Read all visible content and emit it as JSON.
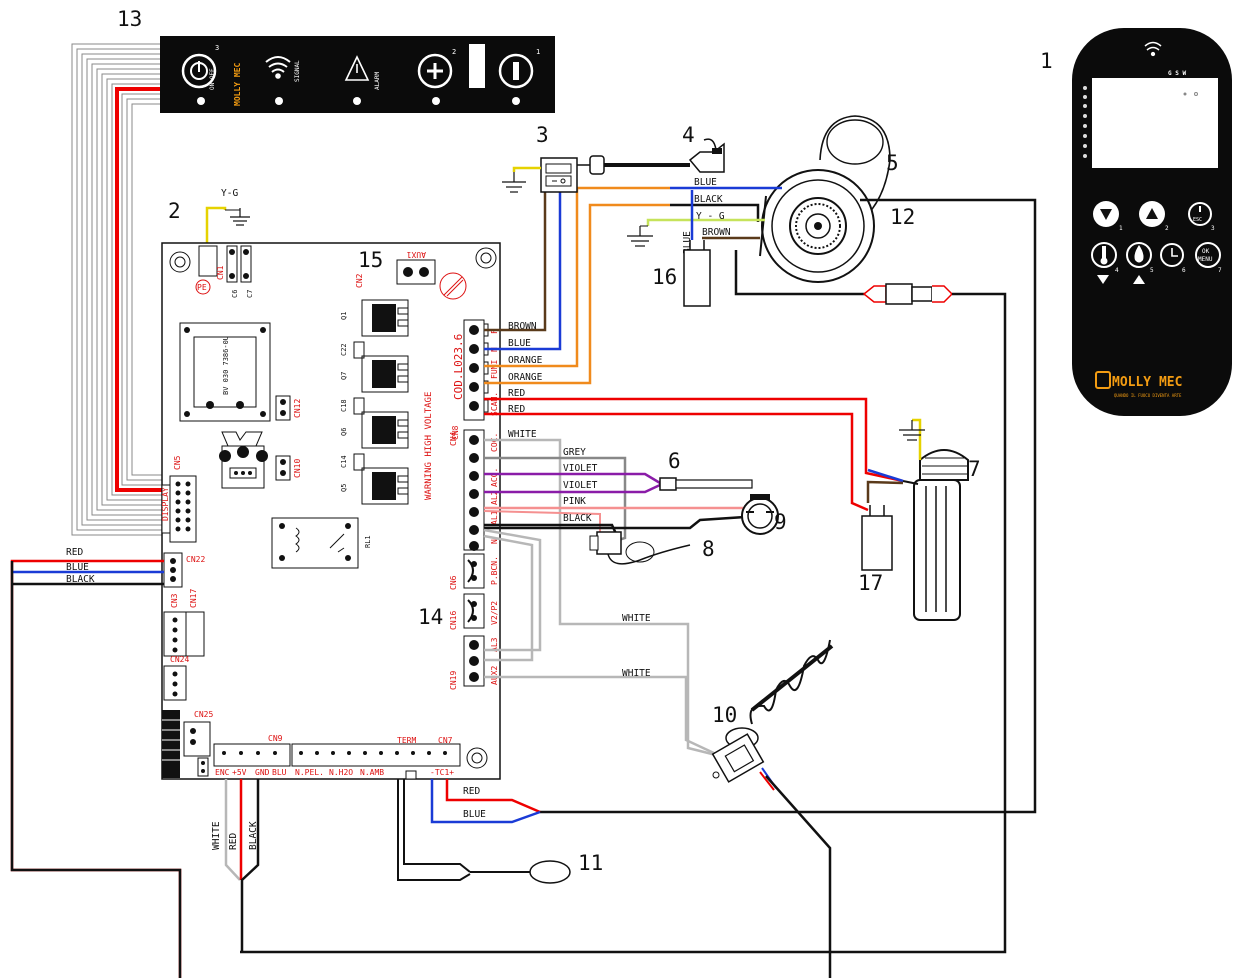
{
  "callouts": {
    "c1": "1",
    "c2": "2",
    "c3": "3",
    "c4": "4",
    "c5": "5",
    "c6": "6",
    "c7": "7",
    "c8": "8",
    "c9": "9",
    "c10": "10",
    "c11": "11",
    "c12": "12",
    "c13": "13",
    "c14": "14",
    "c15": "15",
    "c16": "16",
    "c17": "17"
  },
  "control_panel": {
    "on_off": "ON-OFF",
    "signal": "SIGNAL",
    "alarm": "ALARM",
    "brand": "MOLLY MEC",
    "key1": "1",
    "key2": "2",
    "key3": "3"
  },
  "remote": {
    "indicators": "G  S  W",
    "key1": "1",
    "key2": "2",
    "key3": "3",
    "key4": "4",
    "key5": "5",
    "key6": "6",
    "key7": "7",
    "esc": "ESC",
    "ok": "OK",
    "menu": "MENU",
    "brand": "MOLLY MEC",
    "tagline": "QUANDO IL FUOCO DIVENTA ARTE"
  },
  "ground": {
    "yg_top": "Y-G",
    "yg_fan": "Y - G"
  },
  "board": {
    "code": "COD.L023.6",
    "warning": "WARNING HIGH VOLTAGE",
    "transformer": "BV 030 7386-0U",
    "aux1": "AUX1",
    "cn2": "CN2",
    "term": "TERM",
    "cn7": "CN7",
    "cn9": "CN9",
    "pe": "PE",
    "cn1": "CN1",
    "c6": "C6",
    "c7": "C7",
    "cn12": "CN12",
    "cn10": "CN10",
    "cn5": "CN5",
    "display": "DISPLAY",
    "cn22": "CN22",
    "cn3": "CN3",
    "cn17": "CN17",
    "cn24": "CN24",
    "cn25": "CN25",
    "cn6": "CN6",
    "cn16": "CN16",
    "cn19": "CN19",
    "cn8": "CN8",
    "cn4": "CN4",
    "q1": "Q1",
    "c22": "C22",
    "q7": "Q7",
    "c18": "C18",
    "q6": "Q6",
    "c14": "C14",
    "q5": "Q5",
    "rl1": "RL1",
    "rows": {
      "f": "F",
      "n": "N",
      "fumi": "FUMI",
      "scam": "SCAM.",
      "coc": "COC.",
      "acc": "ACC.",
      "al1": "AL1",
      "al2": "AL2",
      "n2": "N",
      "pbcn": "P.BCN.",
      "v2p2": "V2/P2",
      "al3": "AL3",
      "aux2": "AUX2"
    },
    "bottom": {
      "enc": "ENC",
      "plus5v": "+5V",
      "gnd": "GND",
      "blu": "BLU",
      "npel": "N.PEL.",
      "nh2o": "N.H2O",
      "namb": "N.AMB",
      "tc1": "-TC1+"
    }
  },
  "wires": {
    "brown": "BROWN",
    "blue": "BLUE",
    "orange": "ORANGE",
    "red": "RED",
    "white": "WHITE",
    "grey": "GREY",
    "violet": "VIOLET",
    "pink": "PINK",
    "black": "BLACK"
  }
}
